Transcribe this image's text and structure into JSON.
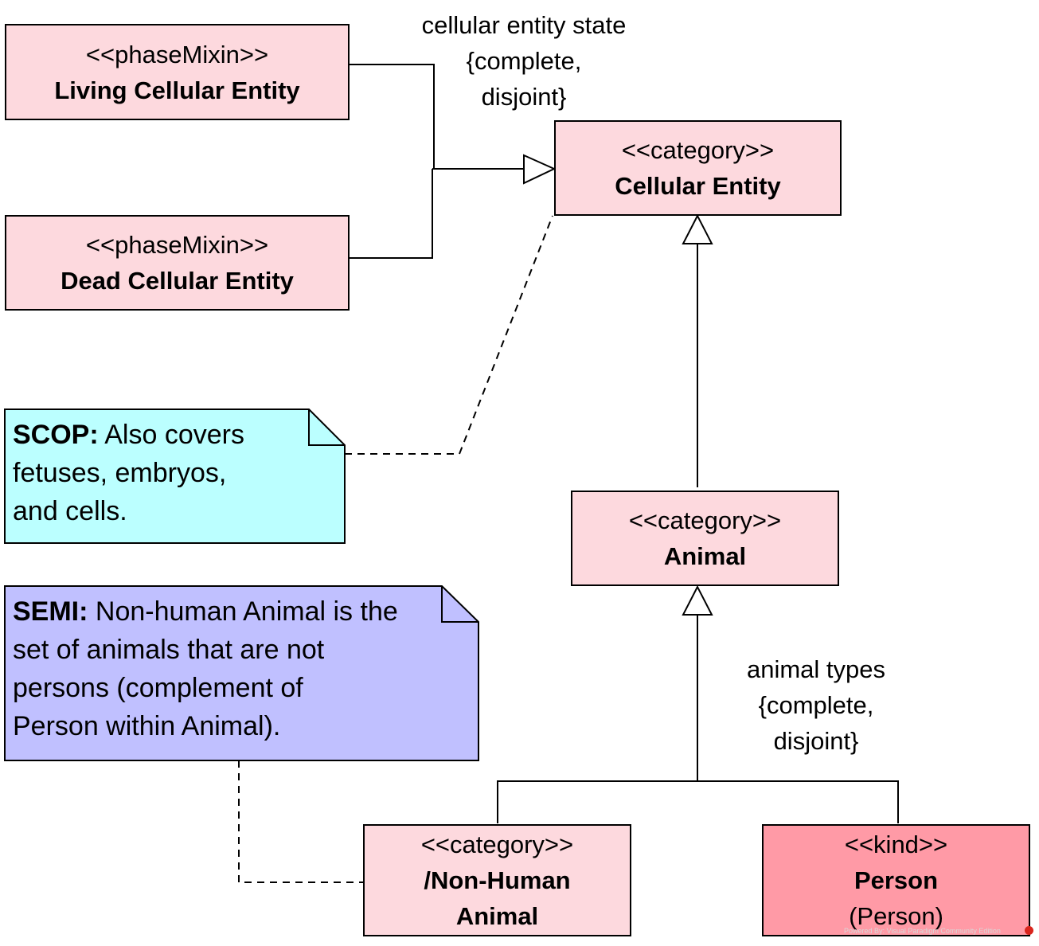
{
  "diagram": {
    "classes": {
      "living": {
        "stereotype": "<<phaseMixin>>",
        "name": "Living Cellular Entity"
      },
      "dead": {
        "stereotype": "<<phaseMixin>>",
        "name": "Dead Cellular Entity"
      },
      "cellular": {
        "stereotype": "<<category>>",
        "name": "Cellular Entity"
      },
      "animal": {
        "stereotype": "<<category>>",
        "name": "Animal"
      },
      "nonhuman": {
        "stereotype": "<<category>>",
        "name_line1": "/Non-Human",
        "name_line2": "Animal"
      },
      "person": {
        "stereotype": "<<kind>>",
        "name": "Person",
        "subtitle": "(Person)"
      }
    },
    "generalization_sets": {
      "cellular_state": {
        "line1": "cellular entity state",
        "line2": "{complete,",
        "line3": "disjoint}"
      },
      "animal_types": {
        "line1": "animal types",
        "line2": "{complete,",
        "line3": "disjoint}"
      }
    },
    "notes": {
      "scop": {
        "lead": "SCOP:",
        "line1_rest": " Also covers",
        "line2": "fetuses, embryos,",
        "line3": "and cells."
      },
      "semi": {
        "lead": "SEMI:",
        "line1_rest": " Non-human Animal is the",
        "line2": "set of animals that are not",
        "line3": "persons (complement of",
        "line4": "Person within Animal)."
      }
    },
    "colors": {
      "class_fill": "#fdd9de",
      "kind_fill": "#ff9aa6",
      "scop_note_fill": "#bbffff",
      "semi_note_fill": "#c0c0ff",
      "line": "#000000"
    }
  },
  "footer": {
    "watermark": "Powered By: Visual Paradigm Community Edition"
  }
}
